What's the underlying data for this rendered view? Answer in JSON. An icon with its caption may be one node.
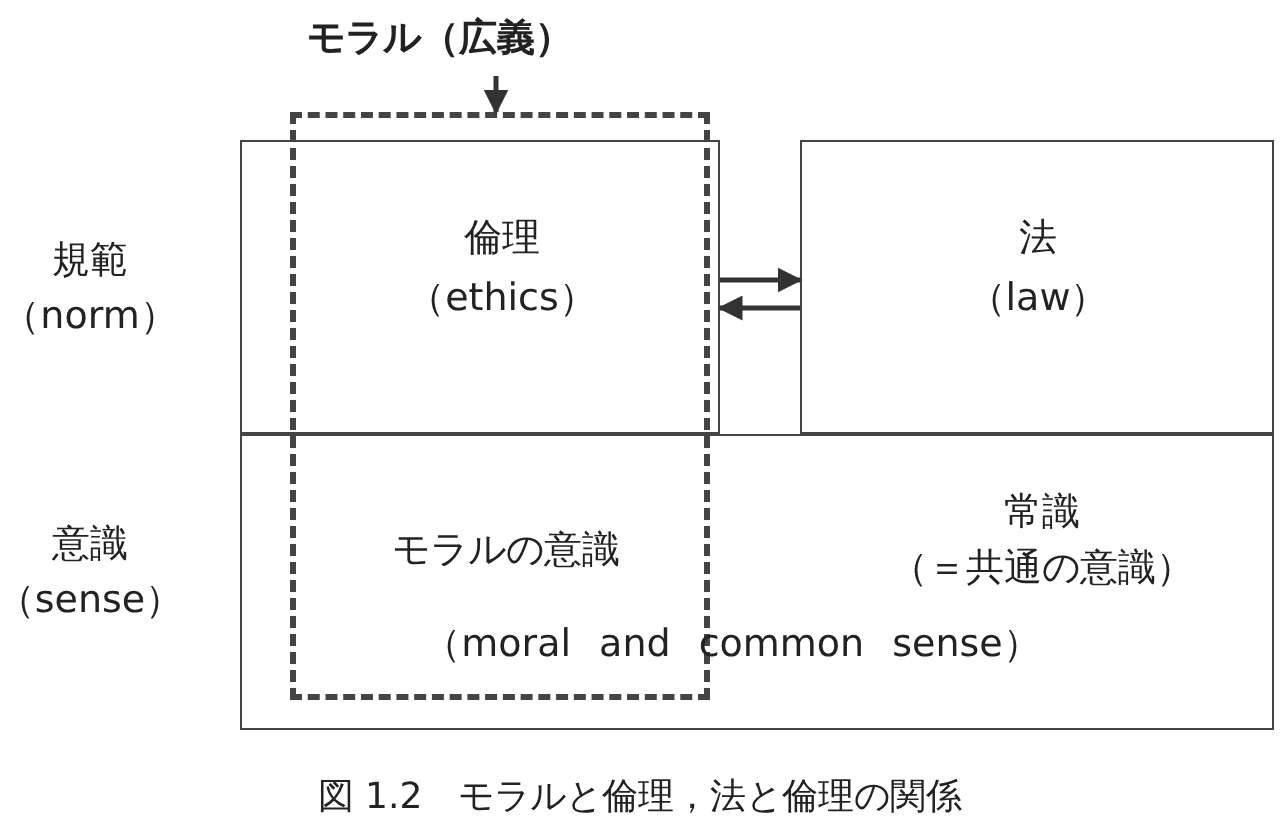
{
  "diagram": {
    "caption": "図 1.2　モラルと倫理，法と倫理の関係",
    "nodes": [
      {
        "text": [
          "モラル（広義）"
        ]
      },
      {
        "text": [
          "倫理",
          "（ethics）"
        ]
      },
      {
        "text": [
          "モラルの意識"
        ]
      },
      {
        "text": [
          "法",
          "（law）"
        ]
      },
      {
        "text": [
          "常識",
          "（＝共通の意識）"
        ]
      }
    ],
    "edges": [
      {
        "from": 0,
        "to": 2,
        "arrow": "to"
      },
      {
        "from": 1,
        "to": 3,
        "arrow": "to"
      },
      {
        "from": 3,
        "to": 1,
        "arrow": "to"
      }
    ],
    "labels": [
      "規範",
      "（norm）",
      "意識",
      "（sense）",
      "（moral and common sense）"
    ]
  }
}
